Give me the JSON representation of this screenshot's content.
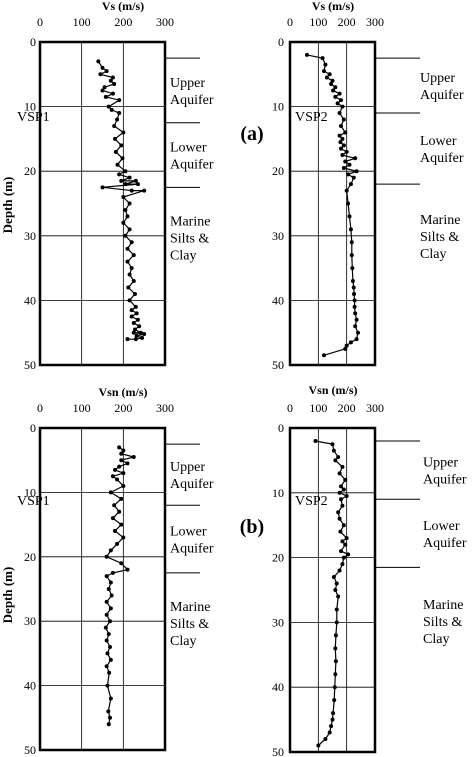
{
  "figure": {
    "panel_labels": [
      "(a)",
      "(b)"
    ],
    "y_axis_label": "Depth (m)"
  },
  "chart_data": [
    {
      "type": "line",
      "panel": "(a)",
      "xlabel": "Vs (m/s)",
      "ylabel": "Depth (m)",
      "xlim": [
        0,
        300
      ],
      "ylim": [
        0,
        50
      ],
      "y_inverted": true,
      "x_ticks": [
        "0",
        "100",
        "200",
        "300"
      ],
      "y_ticks": [
        "0",
        "10",
        "20",
        "30",
        "40",
        "50"
      ],
      "grid": true,
      "well_label": "VSP1",
      "zones": [
        "Upper\nAquifer",
        "Lower\nAquifer",
        "Marine\nSilts &\nClay"
      ],
      "zone_boundaries": [
        2.5,
        12.5,
        22.5
      ],
      "series": [
        {
          "x": [
            140,
            150,
            160,
            145,
            175,
            170,
            178,
            155,
            150,
            175,
            158,
            190,
            165,
            172,
            190,
            185,
            178,
            200,
            180,
            195,
            182,
            198,
            186,
            205,
            190,
            215,
            195,
            230,
            205,
            235,
            150,
            220,
            250,
            200,
            215,
            205,
            210,
            200,
            215,
            205,
            220,
            210,
            225,
            210,
            220,
            215,
            225,
            212,
            228,
            215,
            230,
            220,
            232,
            220,
            235,
            225,
            238,
            228,
            242,
            225,
            250,
            232,
            245,
            230,
            210
          ],
          "y": [
            3,
            4,
            4.5,
            5,
            5.5,
            6,
            6.5,
            7,
            7.5,
            8,
            8.5,
            9,
            10,
            10.5,
            11,
            12,
            13,
            14,
            15,
            16,
            17,
            18,
            19,
            20,
            20.5,
            21,
            21.5,
            21.5,
            22,
            22,
            22.5,
            23,
            23,
            24,
            25,
            26,
            27,
            28,
            29,
            30,
            31,
            32,
            33,
            34,
            35,
            36,
            37,
            38,
            39,
            40,
            41,
            41.5,
            42,
            42.5,
            43,
            43.5,
            44,
            44.5,
            45,
            45,
            45.2,
            45.5,
            45.8,
            46,
            46
          ]
        }
      ]
    },
    {
      "type": "line",
      "panel": "(a)",
      "xlabel": "Vs (m/s)",
      "xlim": [
        0,
        300
      ],
      "ylim": [
        0,
        50
      ],
      "y_inverted": true,
      "x_ticks": [
        "0",
        "100",
        "200",
        "300"
      ],
      "y_ticks": [
        "0",
        "10",
        "20",
        "30",
        "40",
        "50"
      ],
      "grid": true,
      "well_label": "VSP2",
      "zones": [
        "Upper\nAquifer",
        "Lower\nAquifer",
        "Marine\nSilts &\nClay"
      ],
      "zone_boundaries": [
        2.5,
        11,
        22
      ],
      "series": [
        {
          "x": [
            60,
            115,
            125,
            120,
            140,
            130,
            150,
            145,
            160,
            152,
            175,
            160,
            180,
            168,
            185,
            175,
            190,
            180,
            195,
            175,
            185,
            178,
            190,
            180,
            200,
            185,
            230,
            195,
            210,
            190,
            235,
            205,
            225,
            215,
            200,
            205,
            210,
            215,
            218,
            218,
            220,
            222,
            225,
            226,
            228,
            228,
            230,
            235,
            230,
            240,
            235,
            215,
            200,
            195,
            120
          ],
          "y": [
            2,
            2.5,
            3.5,
            4.5,
            5,
            5.5,
            6,
            6.5,
            7,
            7.5,
            8,
            8.5,
            9,
            9.5,
            10,
            11,
            12,
            13,
            14,
            14.5,
            15,
            15.5,
            16,
            16.5,
            17,
            17.5,
            18,
            18.5,
            19,
            19.5,
            20,
            20.5,
            21,
            22,
            23,
            25,
            27,
            29,
            31,
            33,
            35,
            37,
            38,
            39,
            40,
            41,
            42,
            43,
            44,
            45,
            46,
            46.5,
            47,
            47.5,
            48.5
          ]
        }
      ]
    },
    {
      "type": "line",
      "panel": "(b)",
      "xlabel": "Vsn (m/s)",
      "ylabel": "Depth (m)",
      "xlim": [
        0,
        300
      ],
      "ylim": [
        0,
        50
      ],
      "y_inverted": true,
      "x_ticks": [
        "0",
        "100",
        "200",
        "300"
      ],
      "y_ticks": [
        "0",
        "10",
        "20",
        "30",
        "40",
        "50"
      ],
      "grid": true,
      "well_label": "VSP1",
      "zones": [
        "Upper\nAquifer",
        "Lower\nAquifer",
        "Marine\nSilts &\nClay"
      ],
      "zone_boundaries": [
        2.5,
        12,
        22.5
      ],
      "series": [
        {
          "x": [
            190,
            200,
            195,
            225,
            195,
            210,
            190,
            180,
            200,
            175,
            185,
            200,
            170,
            195,
            178,
            190,
            175,
            195,
            180,
            200,
            185,
            170,
            160,
            195,
            210,
            175,
            160,
            170,
            165,
            172,
            160,
            170,
            160,
            168,
            158,
            165,
            160,
            168,
            162,
            170,
            160,
            166,
            162,
            170,
            164,
            168,
            165
          ],
          "y": [
            3,
            3.5,
            4,
            4.5,
            5,
            5.5,
            6,
            6.5,
            7,
            7.5,
            8,
            9,
            10,
            11,
            12,
            13,
            14,
            15,
            16,
            17,
            18,
            19,
            20,
            21,
            22,
            22.5,
            23,
            24,
            25,
            26,
            27,
            28,
            29,
            30,
            31,
            32,
            33,
            34,
            35,
            36,
            37,
            38,
            40,
            42,
            44,
            45,
            46
          ]
        }
      ]
    },
    {
      "type": "line",
      "panel": "(b)",
      "xlabel": "Vsn (m/s)",
      "xlim": [
        0,
        300
      ],
      "ylim": [
        0,
        50
      ],
      "y_inverted": true,
      "x_ticks": [
        "0",
        "100",
        "200",
        "300"
      ],
      "y_ticks": [
        "0",
        "10",
        "20",
        "30",
        "40",
        "50"
      ],
      "grid": true,
      "well_label": "VSP2",
      "zones": [
        "Upper\nAquifer",
        "Lower\nAquifer",
        "Marine\nSilts &\nClay"
      ],
      "zone_boundaries": [
        2,
        11,
        21.5
      ],
      "series": [
        {
          "x": [
            90,
            150,
            155,
            170,
            160,
            185,
            175,
            195,
            180,
            190,
            175,
            200,
            180,
            185,
            170,
            175,
            190,
            178,
            200,
            185,
            195,
            180,
            205,
            190,
            185,
            175,
            155,
            165,
            160,
            170,
            165,
            165,
            162,
            160,
            162,
            160,
            158,
            156,
            152,
            150,
            145,
            140,
            125,
            100
          ],
          "y": [
            2,
            2.5,
            3.5,
            4.5,
            5,
            6,
            7,
            8,
            9,
            9.5,
            10,
            10.5,
            11,
            12,
            13,
            14,
            15,
            16,
            17,
            17.5,
            18,
            19,
            19.5,
            20,
            21,
            22,
            23,
            24,
            25,
            26,
            28,
            30,
            32,
            34,
            36,
            38,
            40,
            42,
            44,
            45,
            46,
            47,
            48,
            49
          ]
        }
      ]
    }
  ]
}
